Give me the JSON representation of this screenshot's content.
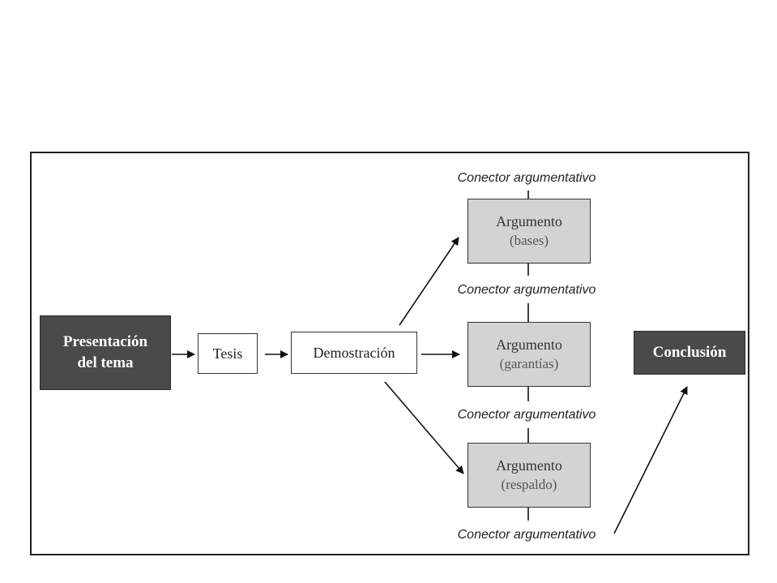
{
  "nodes": {
    "presentacion": {
      "line1": "Presentación",
      "line2": "del tema"
    },
    "tesis": {
      "label": "Tesis"
    },
    "demostracion": {
      "label": "Demostración"
    },
    "argumento_bases": {
      "title": "Argumento",
      "sub": "(bases)"
    },
    "argumento_garantias": {
      "title": "Argumento",
      "sub": "(garantías)"
    },
    "argumento_respaldo": {
      "title": "Argumento",
      "sub": "(respaldo)"
    },
    "conclusion": {
      "label": "Conclusión"
    }
  },
  "connectors": [
    "Conector argumentativo",
    "Conector argumentativo",
    "Conector argumentativo",
    "Conector argumentativo"
  ],
  "colors": {
    "dark_box": "#4a4a4a",
    "grey_box": "#d3d3d3",
    "line": "#222222"
  }
}
